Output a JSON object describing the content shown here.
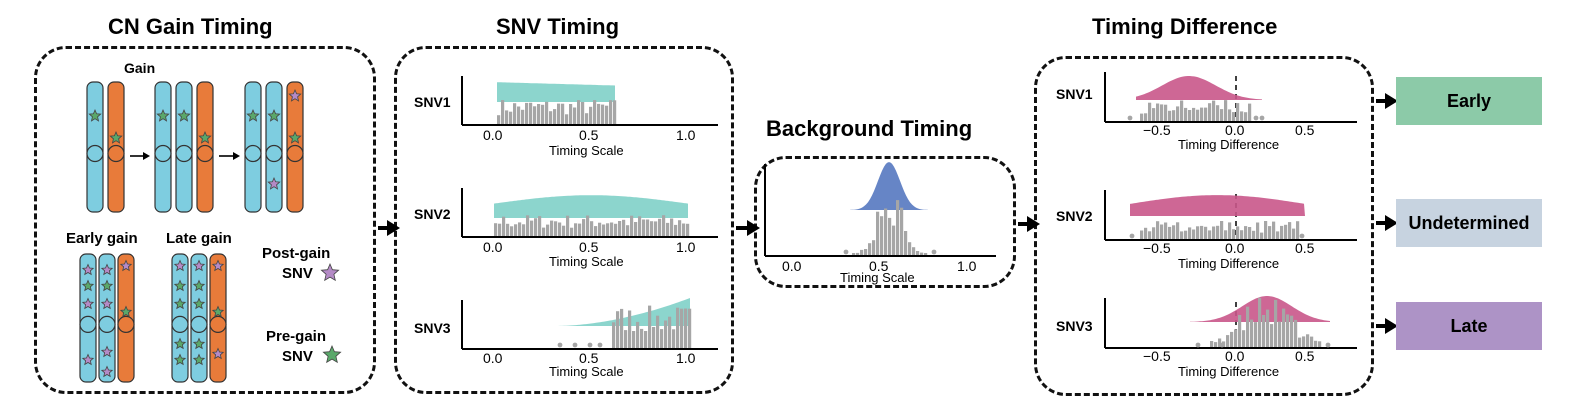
{
  "titles": {
    "cn": "CN Gain Timing",
    "snv": "SNV Timing",
    "background": "Background Timing",
    "difference": "Timing Difference"
  },
  "cn_panel": {
    "gain": "Gain",
    "early_gain": "Early gain",
    "late_gain": "Late gain",
    "post_gain": "Post-gain",
    "pre_gain": "Pre-gain",
    "snv": "SNV"
  },
  "snv_panel": {
    "rows": [
      "SNV1",
      "SNV2",
      "SNV3"
    ],
    "ticks": [
      "0.0",
      "0.5",
      "1.0"
    ],
    "xlabel": "Timing Scale"
  },
  "background_panel": {
    "ticks": [
      "0.0",
      "0.5",
      "1.0"
    ],
    "xlabel": "Timing Scale"
  },
  "diff_panel": {
    "rows": [
      "SNV1",
      "SNV2",
      "SNV3"
    ],
    "ticks": [
      "−0.5",
      "0.0",
      "0.5"
    ],
    "xlabel": "Timing Difference"
  },
  "outcomes": [
    "Early",
    "Undetermined",
    "Late"
  ],
  "colors": {
    "chrom_blue": "#7ecde0",
    "chrom_orange": "#e87b3a",
    "teal": "#80d0c8",
    "pink": "#c9568a",
    "blue": "#5578c0",
    "gray": "#a6a6a6",
    "early": "#8ccaa8",
    "undetermined": "#c7d3e0",
    "late": "#ad93c6",
    "pre_star": "#5aa86a",
    "post_star": "#b48ac6"
  }
}
